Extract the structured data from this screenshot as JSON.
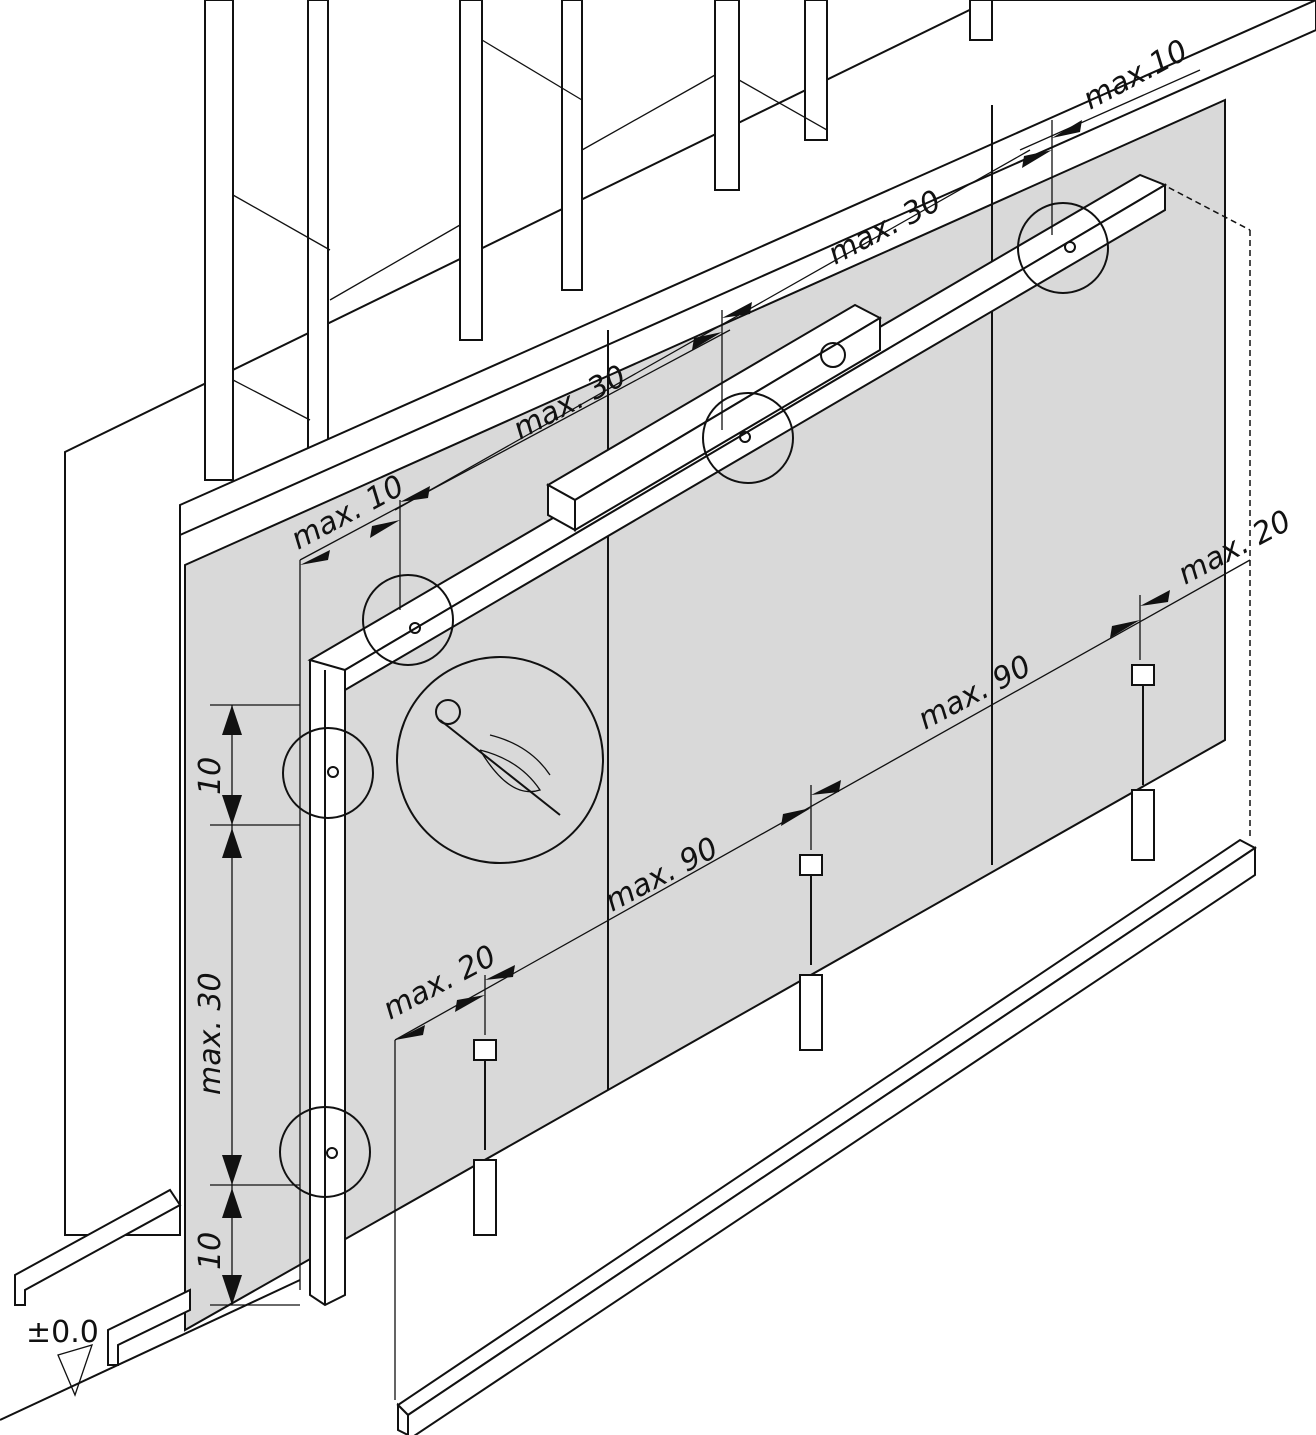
{
  "diagram": {
    "elevation_label": "±0.0",
    "dimensions": {
      "top_right": "max.10",
      "top_mid": "max. 30",
      "mid": "max. 30",
      "left_top": "max. 10",
      "right_low": "max. 20",
      "right_low_span": "max. 90",
      "mid_low_span": "max. 90",
      "left_low": "max. 20",
      "vert_top": "10",
      "vert_mid": "max. 30",
      "vert_bottom": "10"
    }
  }
}
